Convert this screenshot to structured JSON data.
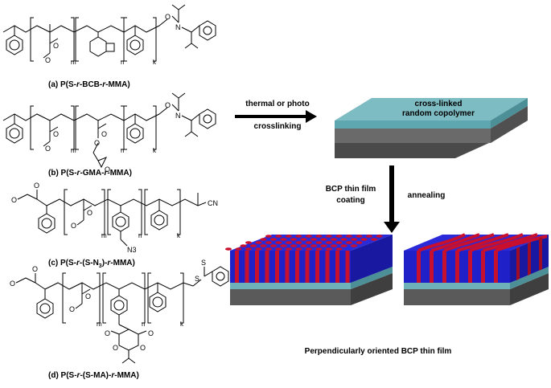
{
  "captions": {
    "a_prefix": "(a) P(S-",
    "a_r1": "r",
    "a_mid": "-BCB-",
    "a_r2": "r",
    "a_end": "-MMA)",
    "b_prefix": "(b) P(S-",
    "b_r1": "r",
    "b_mid": "-GMA-",
    "b_r2": "r",
    "b_end": "-MMA)",
    "c_prefix": "(c) P(S-",
    "c_r1": "r",
    "c_mid": "-(S-N",
    "c_sub": "3",
    "c_mid2": ")-",
    "c_r2": "r",
    "c_end": "-MMA)",
    "d_prefix": "(d) P(S-",
    "d_r1": "r",
    "d_mid": "-(S-MA)-",
    "d_r2": "r",
    "d_end": "-MMA)"
  },
  "subscripts": {
    "m": "m",
    "n": "n",
    "k": "k"
  },
  "atoms": {
    "N": "N",
    "O": "O",
    "CN": "CN",
    "S": "S",
    "N3": "N3"
  },
  "arrows": {
    "top_label_1": "thermal or photo",
    "top_label_2": "crosslinking",
    "left_label_1": "BCP thin film",
    "left_label_2": "coating",
    "right_label": "annealing"
  },
  "layer_label_1": "cross-linked",
  "layer_label_2": "random copolymer",
  "bottom_caption": "Perpendicularly oriented BCP thin film",
  "colors": {
    "layer_top": "#5fa7b0",
    "substrate": "#5a5a5a",
    "film_blue": "#2020c8",
    "film_red": "#c8102e"
  }
}
